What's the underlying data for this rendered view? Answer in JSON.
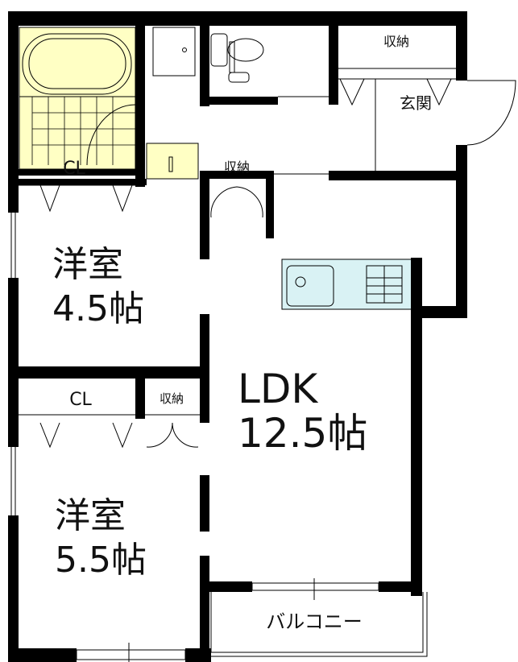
{
  "plan": {
    "rooms": {
      "bedroom1": {
        "name": "洋室",
        "size": "4.5帖"
      },
      "bedroom2": {
        "name": "洋室",
        "size": "5.5帖"
      },
      "ldk": {
        "name": "LDK",
        "size": "12.5帖"
      },
      "closet1": "CL",
      "closet2": "CL",
      "storage_entrance": "収納",
      "storage_hall": "収納",
      "storage_bedroom2": "収納",
      "entrance": "玄関",
      "balcony": "バルコニー"
    },
    "colors": {
      "bath": "#FFFFC4",
      "kitchen": "#D9F2F4",
      "wall": "#000000"
    },
    "icons": [
      "bathtub-icon",
      "washing-machine-icon",
      "toilet-icon",
      "washbasin-icon",
      "sink-icon",
      "stove-icon"
    ]
  }
}
